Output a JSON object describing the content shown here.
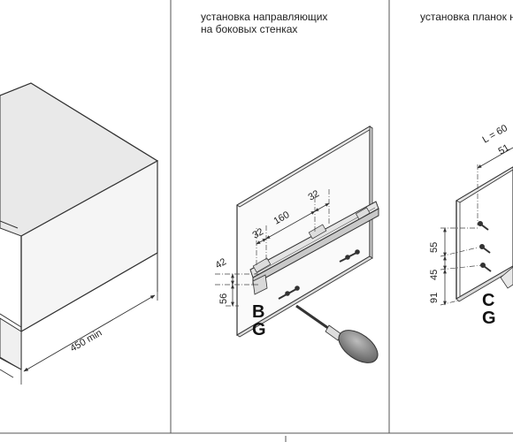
{
  "panel_middle": {
    "caption_line1": "установка направляющих",
    "caption_line2": "на боковых стенках",
    "dims": {
      "d32a": "32",
      "d160": "160",
      "d32b": "32",
      "d42": "42",
      "d56": "56"
    },
    "letter_top": "B",
    "letter_bottom": "G"
  },
  "panel_right": {
    "caption": "установка планок н",
    "dims": {
      "length": "L = 60",
      "d51": "51",
      "d55": "55",
      "d45": "45",
      "d91": "91"
    },
    "letter_top": "C",
    "letter_bottom": "G"
  },
  "panel_left": {
    "dims": {
      "d450": "450 min"
    }
  },
  "colors": {
    "line": "#333333",
    "panel_gray": "#d4d4d4",
    "panel_dark": "#a9a9a9",
    "handle": "#7a7a7a"
  }
}
